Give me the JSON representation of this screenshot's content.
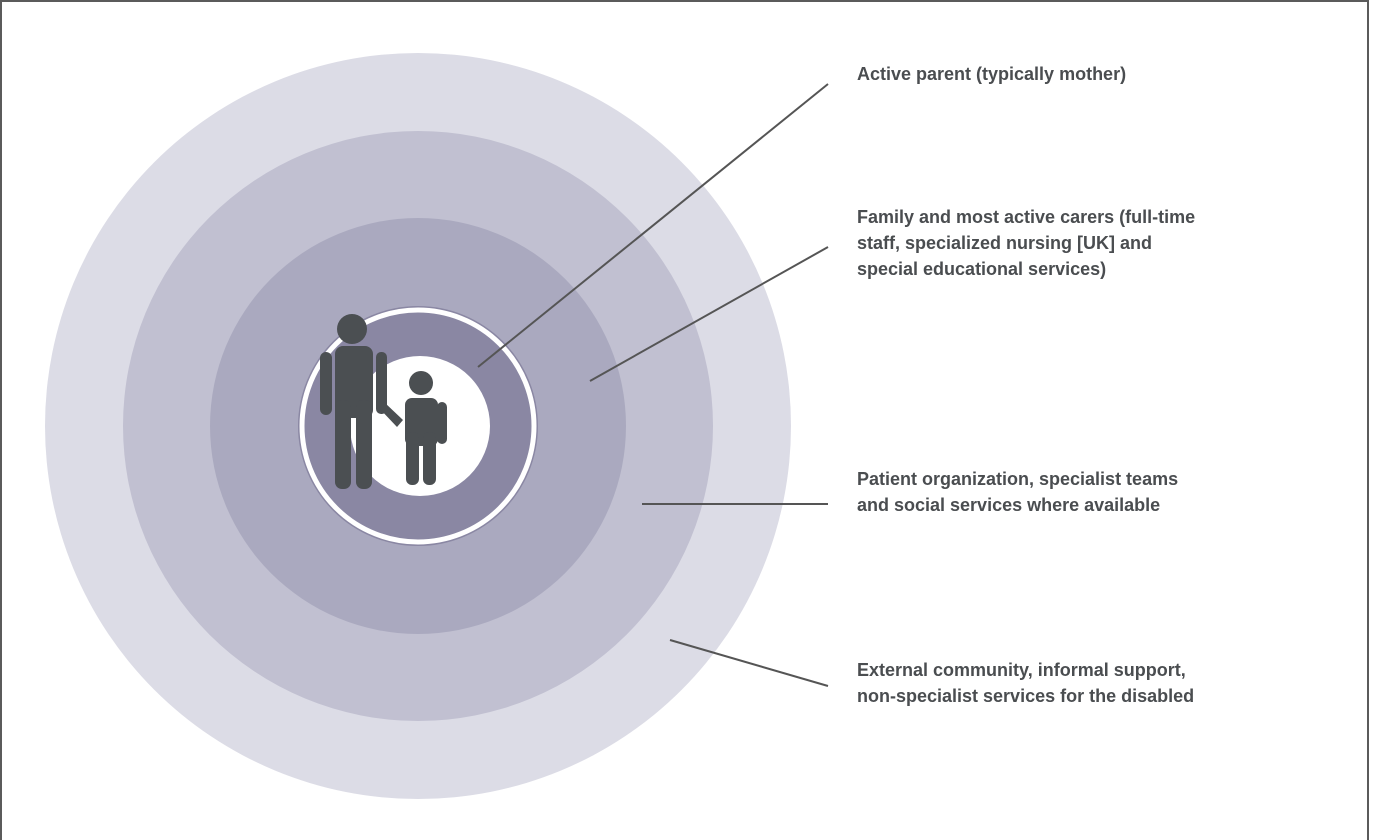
{
  "colors": {
    "ring_outer": "#dcdce6",
    "ring_3": "#c1c0d1",
    "ring_2": "#aaa9bf",
    "ring_inner": "#8a87a3",
    "center": "#ffffff",
    "figure": "#4b4f52",
    "line": "#555555",
    "text": "#4a4d50",
    "border": "#5b5b5b"
  },
  "icons": {
    "center_figure": "adult-and-child-holding-hands-icon"
  },
  "labels": [
    {
      "id": "active-parent",
      "text": "Active parent (typically mother)"
    },
    {
      "id": "family-carers",
      "text": "Family and most active carers (full-time\nstaff, specialized nursing [UK] and\nspecial educational services)"
    },
    {
      "id": "patient-organization",
      "text": "Patient organization, specialist teams\nand social services where available"
    },
    {
      "id": "external-community",
      "text": "External community, informal support,\nnon-specialist services for the disabled"
    }
  ]
}
